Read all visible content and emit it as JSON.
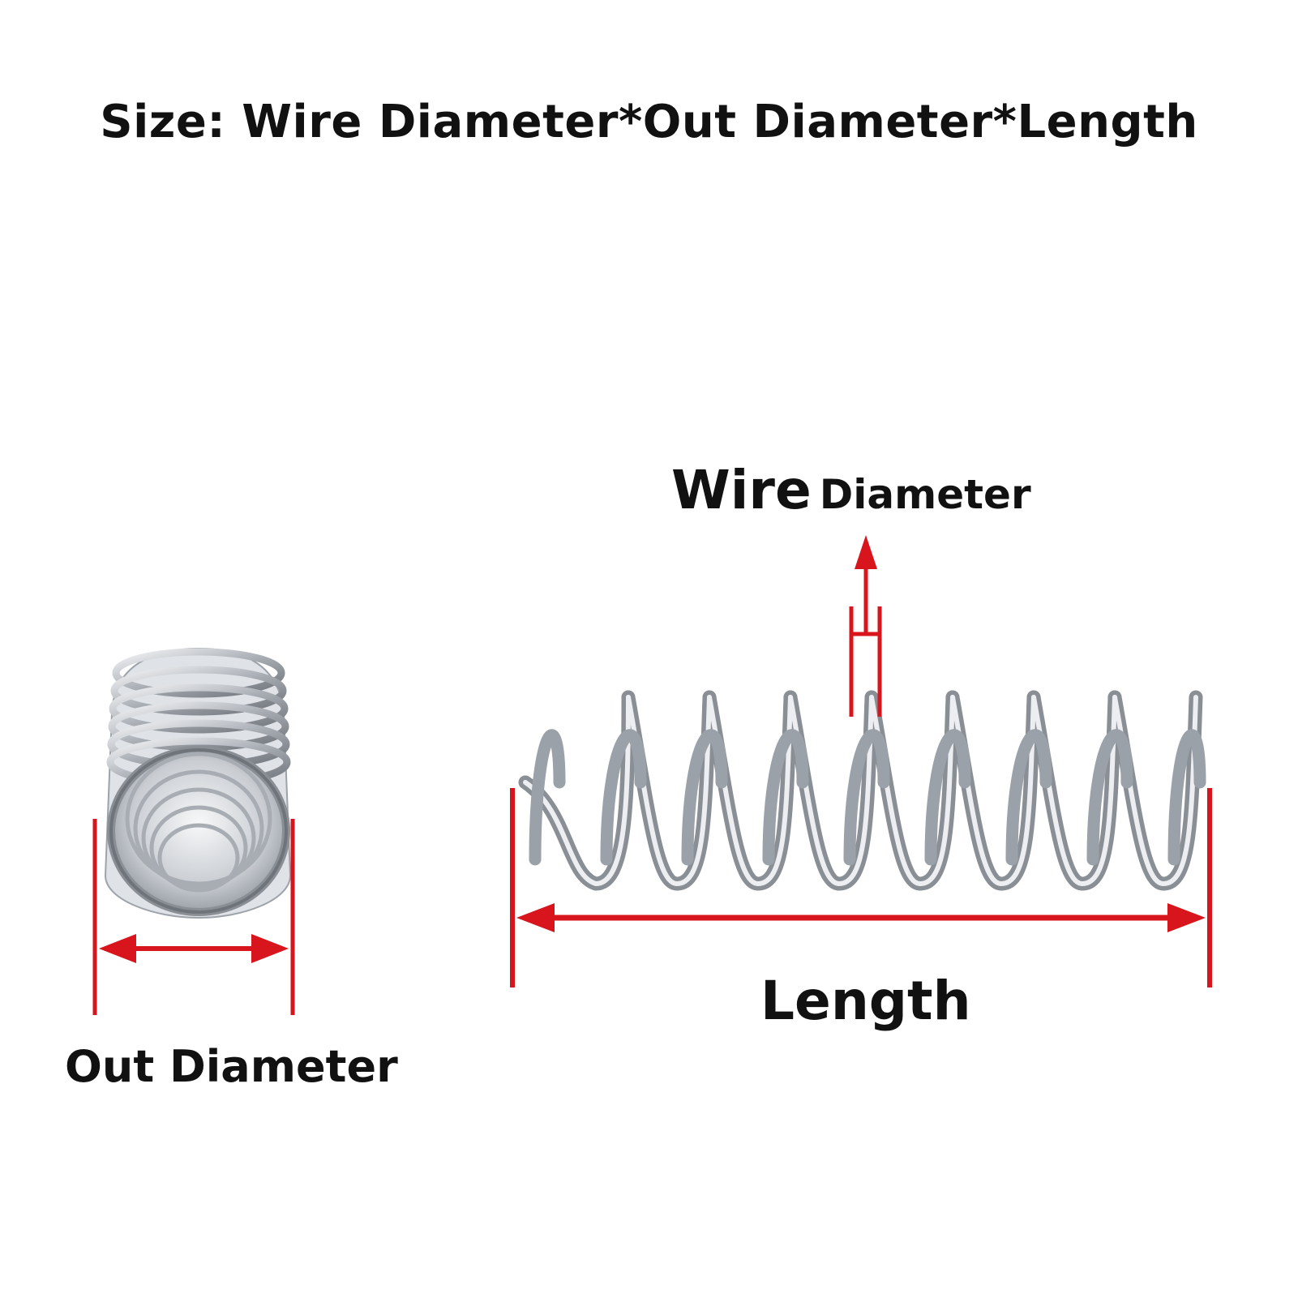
{
  "title": "Size: Wire Diameter*Out Diameter*Length",
  "labels": {
    "wire_big": "Wire",
    "wire_small": "Diameter",
    "length": "Length",
    "out_diameter": "Out Diameter"
  },
  "colors": {
    "dimension_red": "#d8141c",
    "steel_dark": "#8a8f96",
    "steel_light": "#e9ecef",
    "text": "#111111"
  }
}
